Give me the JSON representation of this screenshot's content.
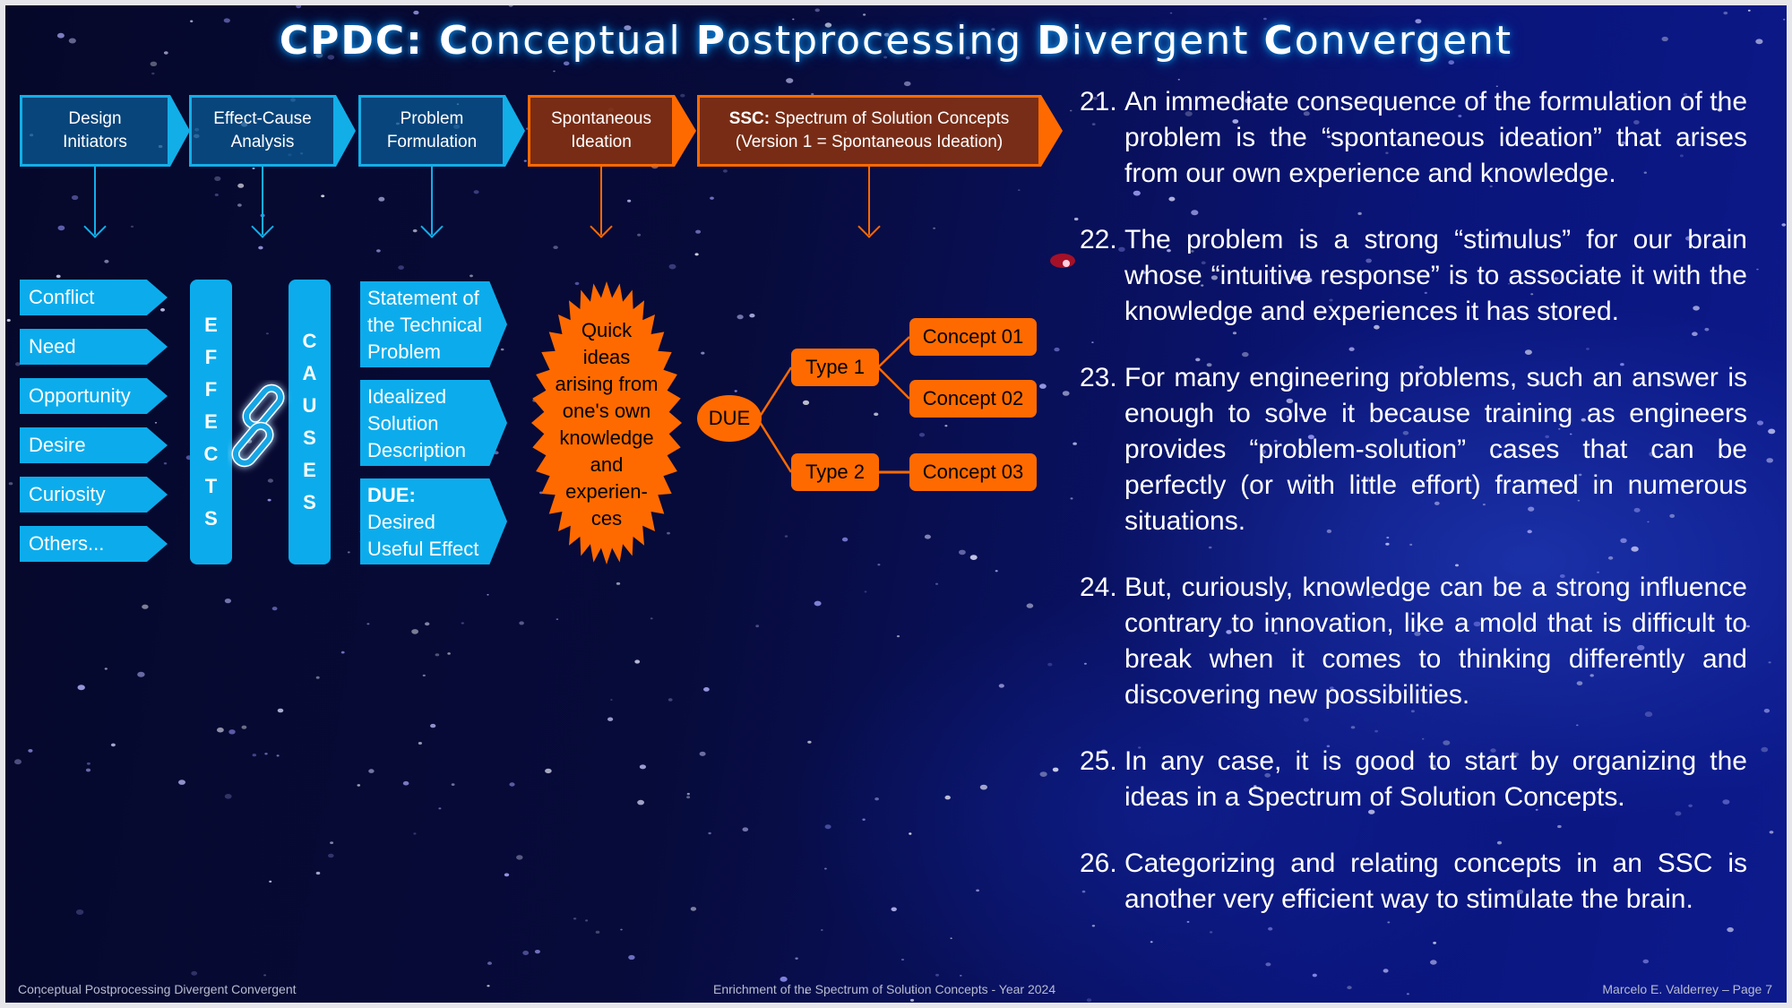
{
  "title": {
    "parts": [
      {
        "text": "CPDC: ",
        "bold": true
      },
      {
        "text": "C",
        "bold": true
      },
      {
        "text": "onceptual ",
        "bold": false
      },
      {
        "text": "P",
        "bold": true
      },
      {
        "text": "ostprocessing ",
        "bold": false
      },
      {
        "text": "D",
        "bold": true
      },
      {
        "text": "ivergent ",
        "bold": false
      },
      {
        "text": "C",
        "bold": true
      },
      {
        "text": "onvergent",
        "bold": false
      }
    ]
  },
  "stages": [
    {
      "line1": "Design",
      "line2": "Initiators",
      "color": "blue"
    },
    {
      "line1": "Effect-Cause",
      "line2": "Analysis",
      "color": "blue"
    },
    {
      "line1": "Problem",
      "line2": "Formulation",
      "color": "blue"
    },
    {
      "line1": "Spontaneous",
      "line2": "Ideation",
      "color": "orange"
    },
    {
      "line1_bold": "SSC:",
      "line1": " Spectrum of Solution Concepts",
      "line2": "(Version 1 = Spontaneous Ideation)",
      "color": "orange"
    }
  ],
  "initiators": [
    "Conflict",
    "Need",
    "Opportunity",
    "Desire",
    "Curiosity",
    "Others..."
  ],
  "effects_label": "EFFECTS",
  "causes_label": "CAUSES",
  "formulation": [
    {
      "bold": "",
      "text": "Statement of the Technical Problem"
    },
    {
      "bold": "",
      "text": "Idealized Solution Description"
    },
    {
      "bold": "DUE",
      "text": ": Desired Useful Effect"
    }
  ],
  "formulation_lines": [
    [
      "Statement of",
      "the Technical",
      "Problem"
    ],
    [
      "Idealized",
      "Solution",
      "Description"
    ],
    [
      "DUE:",
      "Desired",
      "Useful Effect"
    ]
  ],
  "burst_lines": [
    "Quick",
    "ideas",
    "arising from",
    "one's own",
    "knowledge",
    "and",
    "experien-",
    "ces"
  ],
  "ssc_tree": {
    "root": "DUE",
    "types": [
      {
        "label": "Type 1",
        "concepts": [
          "Concept 01",
          "Concept 02"
        ]
      },
      {
        "label": "Type 2",
        "concepts": [
          "Concept 03"
        ]
      }
    ]
  },
  "colors": {
    "blue_accent": "#0cacec",
    "orange_accent": "#ff6a00",
    "title_glow": "#0b74c9"
  },
  "points": [
    {
      "num": "21.",
      "text": "An immediate consequence of the formulation of the problem is the “spontaneous ideation” that arises from our own experience and knowledge."
    },
    {
      "num": "22.",
      "text": "The problem is a strong “stimulus” for our brain whose “intuitive response” is to associate it with the knowledge and experiences it has stored."
    },
    {
      "num": "23.",
      "text": "For many engineering problems, such an answer is enough to solve it because training as engineers provides “problem-solution” cases that can be perfectly (or with little effort) framed in numerous situations."
    },
    {
      "num": "24.",
      "text": "But, curiously, knowledge can be a strong influence contrary to innovation, like a mold that is difficult to break when it comes to thinking differently and discovering new possibilities."
    },
    {
      "num": "25.",
      "text": "In any case, it is good to start by organizing the ideas in a Spectrum of Solution Concepts."
    },
    {
      "num": "26.",
      "text": "Categorizing and relating concepts in an SSC is another very efficient way to stimulate the brain."
    }
  ],
  "footer": {
    "left": "Conceptual Postprocessing Divergent Convergent",
    "center": "Enrichment of the Spectrum of Solution Concepts - Year 2024",
    "right": "Marcelo E. Valderrey – Page 7"
  }
}
